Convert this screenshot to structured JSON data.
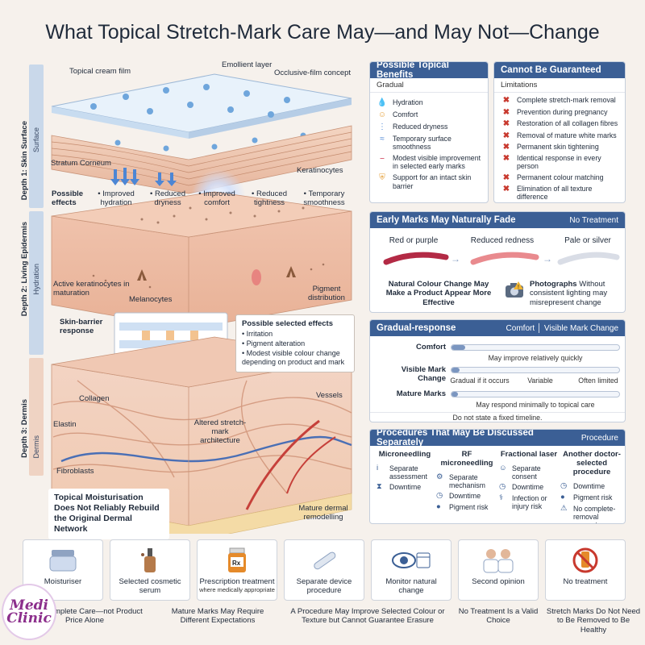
{
  "title": "What Topical Stretch-Mark Care May—and May Not—Change",
  "diagram": {
    "depth1": {
      "label": "Depth 1: Skin Surface",
      "sub": "Surface"
    },
    "depth2": {
      "label": "Depth 2: Living Epidermis",
      "sub": "Hydration"
    },
    "depth3": {
      "label": "Depth 3: Dermis",
      "sub": "Dermis"
    },
    "labels": {
      "cream": "Topical cream film",
      "emollient": "Emollient layer",
      "occlusive": "Occlusive-film concept",
      "stratum": "Stratum Corneum",
      "keratinocytes": "Keratinocytes",
      "possible_effects": "Possible effects",
      "active_kerat": "Active keratinocytes in maturation",
      "melanocytes": "Melanocytes",
      "pigment": "Pigment distribution",
      "skin_barrier": "Skin-barrier response",
      "collagen": "Collagen",
      "vessels": "Vessels",
      "elastin": "Elastin",
      "altered": "Altered stretch-mark architecture",
      "fibroblasts": "Fibroblasts",
      "mature_remodel": "Mature dermal remodelling",
      "moist_note": "Topical Moisturisation Does Not Reliably Rebuild the Original Dermal Network"
    },
    "effects": [
      "• Improved hydration",
      "• Reduced dryness",
      "• Improved comfort",
      "• Reduced tightness",
      "• Temporary smoothness"
    ],
    "selected_effects": {
      "heading": "Possible selected effects",
      "items": [
        "• Irritation",
        "• Pigment alteration",
        "• Modest visible colour change depending on product and mark"
      ]
    }
  },
  "benefits": {
    "title": "Possible Topical Benefits",
    "sub": "Gradual",
    "items": [
      {
        "icon": "drop",
        "text": "Hydration"
      },
      {
        "icon": "smile",
        "text": "Comfort"
      },
      {
        "icon": "dots",
        "text": "Reduced dryness"
      },
      {
        "icon": "wave",
        "text": "Temporary surface smoothness"
      },
      {
        "icon": "mark",
        "text": "Modest visible improvement in selected early marks"
      },
      {
        "icon": "shield",
        "text": "Support for an intact skin barrier"
      }
    ]
  },
  "cannot": {
    "title": "Cannot Be Guaranteed",
    "sub": "Limitations",
    "items": [
      "Complete stretch-mark removal",
      "Prevention during pregnancy",
      "Restoration of all collagen fibres",
      "Removal of mature white marks",
      "Permanent skin tightening",
      "Identical response in every person",
      "Permanent colour matching",
      "Elimination of all texture difference"
    ]
  },
  "fade": {
    "title": "Early Marks May Naturally Fade",
    "tag": "No Treatment",
    "stages": [
      "Red or purple",
      "Reduced redness",
      "Pale or silver"
    ],
    "colors": [
      "#b32a45",
      "#e98a8e",
      "#d9dde6"
    ],
    "note_left": "Natural Colour Change May Make a Product Appear More Effective",
    "note_right_bold": "Photographs",
    "note_right": "Without consistent lighting may misrepresent change"
  },
  "response": {
    "title": "Gradual-response",
    "tag": "Comfort │ Visible Mark Change",
    "rows": [
      {
        "label": "Comfort",
        "fill": 0.08,
        "note": "May improve relatively quickly"
      },
      {
        "label": "Visible Mark Change",
        "fill": 0.05
      },
      {
        "label": "Mature Marks",
        "fill": 0.04,
        "note": "May respond minimally to topical care"
      }
    ],
    "vis_notes": [
      "Gradual if it occurs",
      "Variable",
      "Often limited"
    ],
    "footer": "Do not state a fixed timeline."
  },
  "procedures": {
    "title": "Procedures That May Be Discussed Separately",
    "tag": "Procedure",
    "columns": [
      {
        "name": "Microneedling",
        "items": [
          {
            "icon": "i",
            "text": "Separate assessment"
          },
          {
            "icon": "⧗",
            "text": "Downtime"
          }
        ]
      },
      {
        "name": "RF microneedling",
        "items": [
          {
            "icon": "⚙",
            "text": "Separate mechanism"
          },
          {
            "icon": "◷",
            "text": "Downtime"
          },
          {
            "icon": "●",
            "text": "Pigment risk"
          }
        ]
      },
      {
        "name": "Fractional laser",
        "items": [
          {
            "icon": "☺",
            "text": "Separate consent"
          },
          {
            "icon": "◷",
            "text": "Downtime"
          },
          {
            "icon": "⚕",
            "text": "Infection or injury risk"
          }
        ]
      },
      {
        "name": "Another doctor-selected procedure",
        "items": [
          {
            "icon": "◷",
            "text": "Downtime"
          },
          {
            "icon": "●",
            "text": "Pigment risk"
          },
          {
            "icon": "⚠",
            "text": "No complete-removal guarantee"
          }
        ]
      }
    ]
  },
  "options": [
    {
      "label": "Moisturiser",
      "small": ""
    },
    {
      "label": "Selected cosmetic serum",
      "small": ""
    },
    {
      "label": "Prescription treatment",
      "small": "where medically appropriate"
    },
    {
      "label": "Separate device procedure",
      "small": ""
    },
    {
      "label": "Monitor natural change",
      "small": ""
    },
    {
      "label": "Second opinion",
      "small": ""
    },
    {
      "label": "No treatment",
      "small": ""
    }
  ],
  "bottom_notes": [
    "pare Complete Care—not Product Price Alone",
    "Mature Marks May Require Different Expectations",
    "A Procedure May Improve Selected Colour or Texture but Cannot Guarantee Erasure",
    "No Treatment Is a Valid Choice",
    "Stretch Marks Do Not Need to Be Removed to Be Healthy"
  ],
  "logo": {
    "line1": "Medi",
    "line2": "Clinic"
  },
  "colors": {
    "header": "#3b5f95",
    "accent_red": "#c8392e",
    "skin": "#f2cdb6"
  }
}
